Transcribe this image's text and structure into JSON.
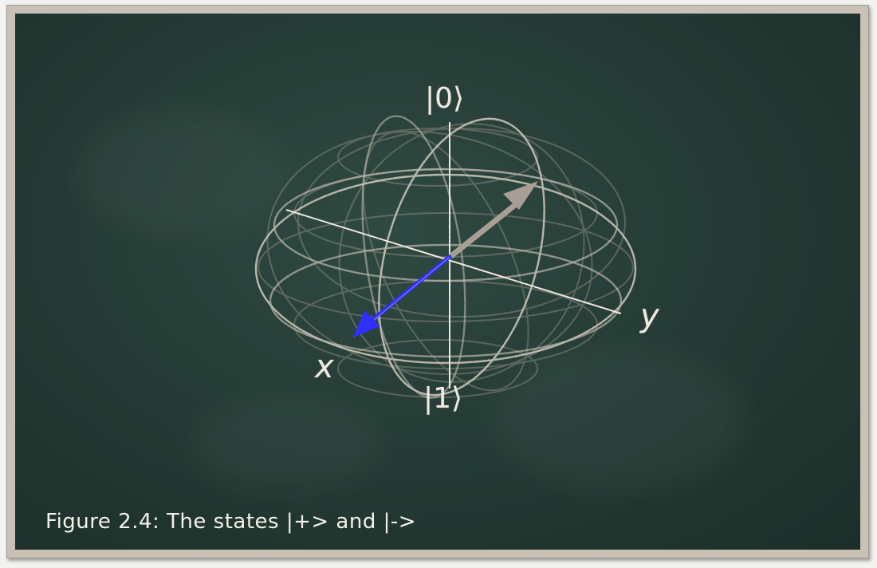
{
  "diagram": {
    "basis_labels": {
      "zero": "|0⟩",
      "one": "|1⟩"
    },
    "axis_labels": {
      "x": "x",
      "y": "y"
    },
    "vectors": [
      {
        "name": "state-minus",
        "color": "#b8aea3"
      },
      {
        "name": "state-plus",
        "color": "#2f2fff"
      }
    ]
  },
  "caption": "Figure 2.4: The states |+> and |->"
}
